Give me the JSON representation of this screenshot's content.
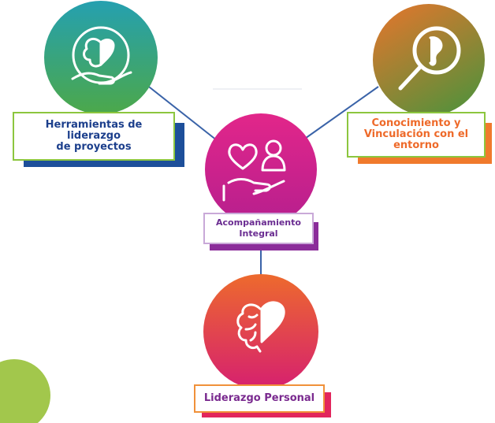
{
  "center": {
    "label": "Acompañamiento\nIntegral",
    "icon": "heart-person-hand-icon",
    "circle_colors": [
      "#e2268a",
      "#b61f8e"
    ],
    "text_color": "#6a2c91",
    "accent_color": "#8b2c9a"
  },
  "nodes": [
    {
      "id": "herramientas",
      "label": "Herramientas de\nliderazgo\nde proyectos",
      "icon": "brain-heart-hand-icon",
      "circle_colors": [
        "#25a0b0",
        "#4ca84a"
      ],
      "text_color": "#1c3f8c",
      "accent_color": "#1d4f9a",
      "border_color": "#8cc63e"
    },
    {
      "id": "conocimiento",
      "label": "Conocimiento y\nVinculación con el\nentorno",
      "icon": "magnifier-globe-icon",
      "circle_colors": [
        "#e8752c",
        "#5e8f3a"
      ],
      "text_color": "#ee6a2a",
      "accent_color": "#f07a2c",
      "border_color": "#8cc63e"
    },
    {
      "id": "liderazgo-personal",
      "label": "Liderazgo Personal",
      "icon": "brain-heart-icon",
      "circle_colors": [
        "#ed6a2d",
        "#d6206f"
      ],
      "text_color": "#7a2a8f",
      "accent_color": "#e2265c",
      "border_color": "#f0913a"
    }
  ],
  "connector_color": "#3a63a8"
}
